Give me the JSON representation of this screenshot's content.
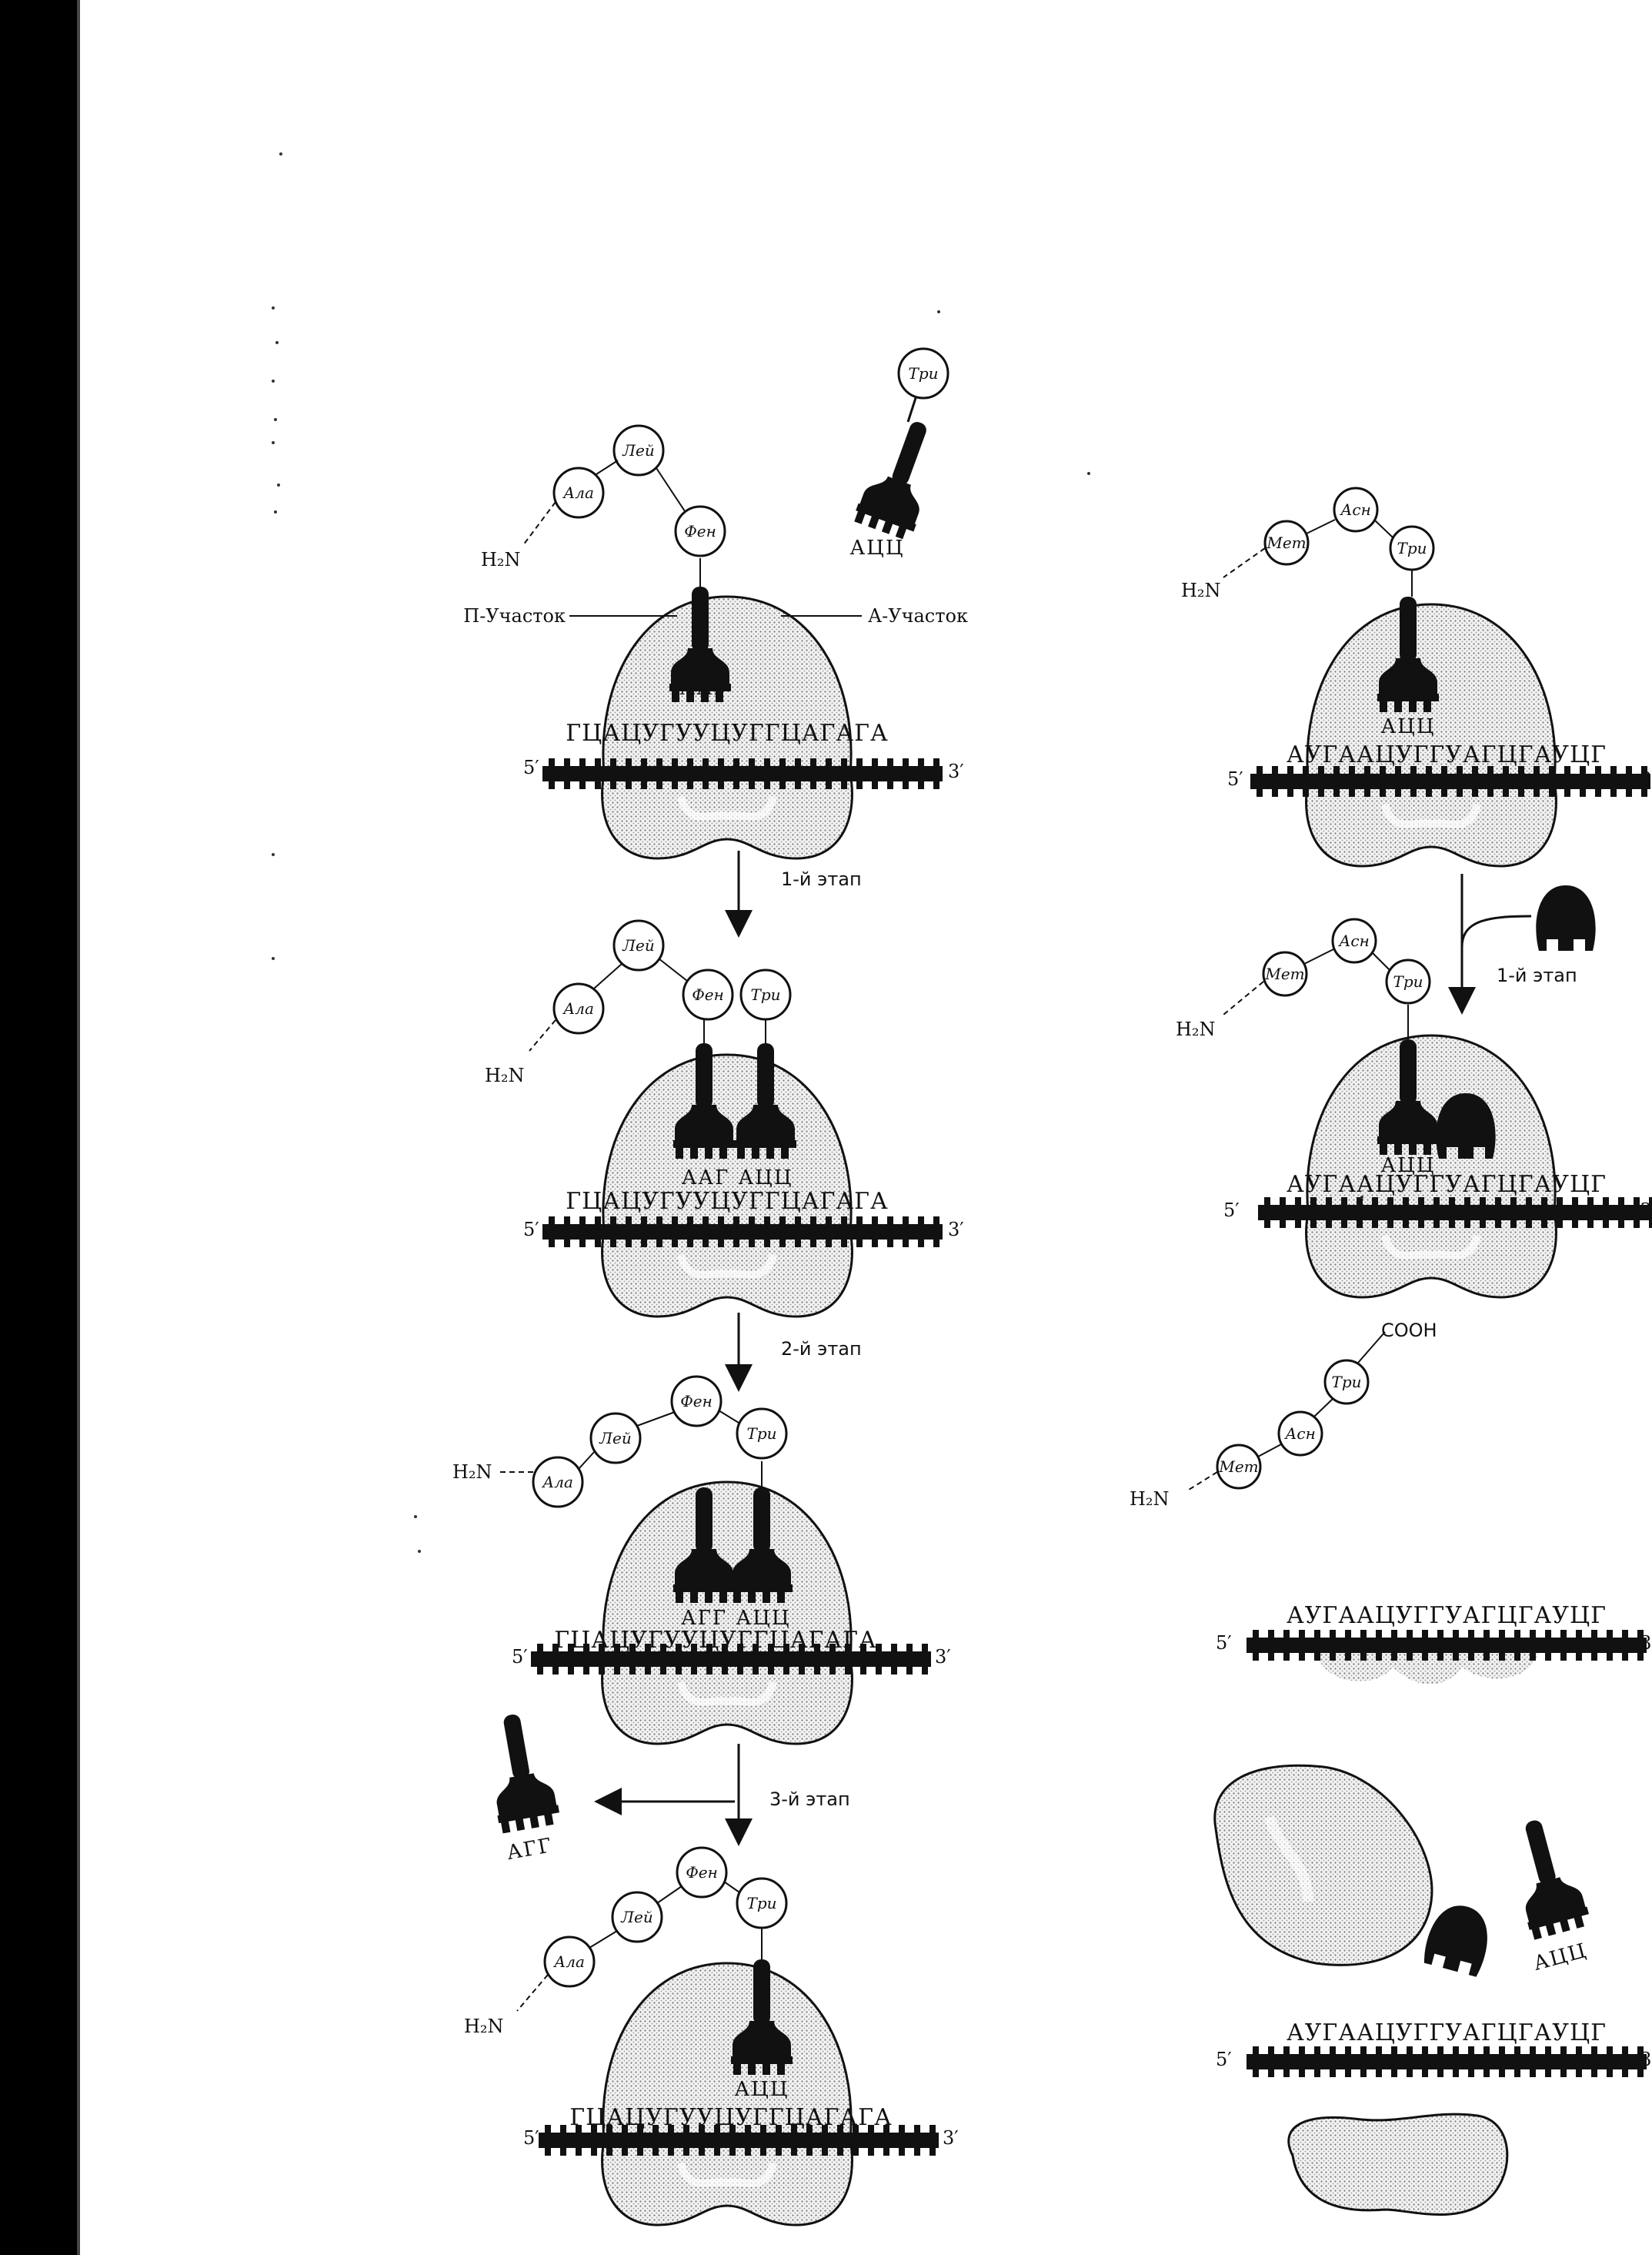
{
  "labels": {
    "p_site": "П-Участок",
    "a_site": "А-Участок",
    "h2n": "H₂N",
    "cooh": "COOH",
    "five": "5′",
    "three": "3′"
  },
  "amino_acids": {
    "ala": "Ала",
    "lei": "Лей",
    "fen": "Фен",
    "tri": "Три",
    "met": "Мет",
    "asn": "Асн"
  },
  "anticodons": {
    "aag": "ААГ",
    "acc": "АЦЦ",
    "agg": "АГГ"
  },
  "mrna": {
    "left": "ГЦАЦУГУУЦУГГЦАГАГА",
    "right": "АУГААЦУГГУАГЦГАУЦГ"
  },
  "steps": {
    "left_1": "1-й этап",
    "left_2": "2-й этап",
    "left_3": "3-й этап",
    "right_1": "1-й этап"
  },
  "colors": {
    "ink": "#111111",
    "stipple": "#b9b9b9",
    "stipple_dark": "#8c8c8c",
    "scan_edge": "#000000"
  }
}
